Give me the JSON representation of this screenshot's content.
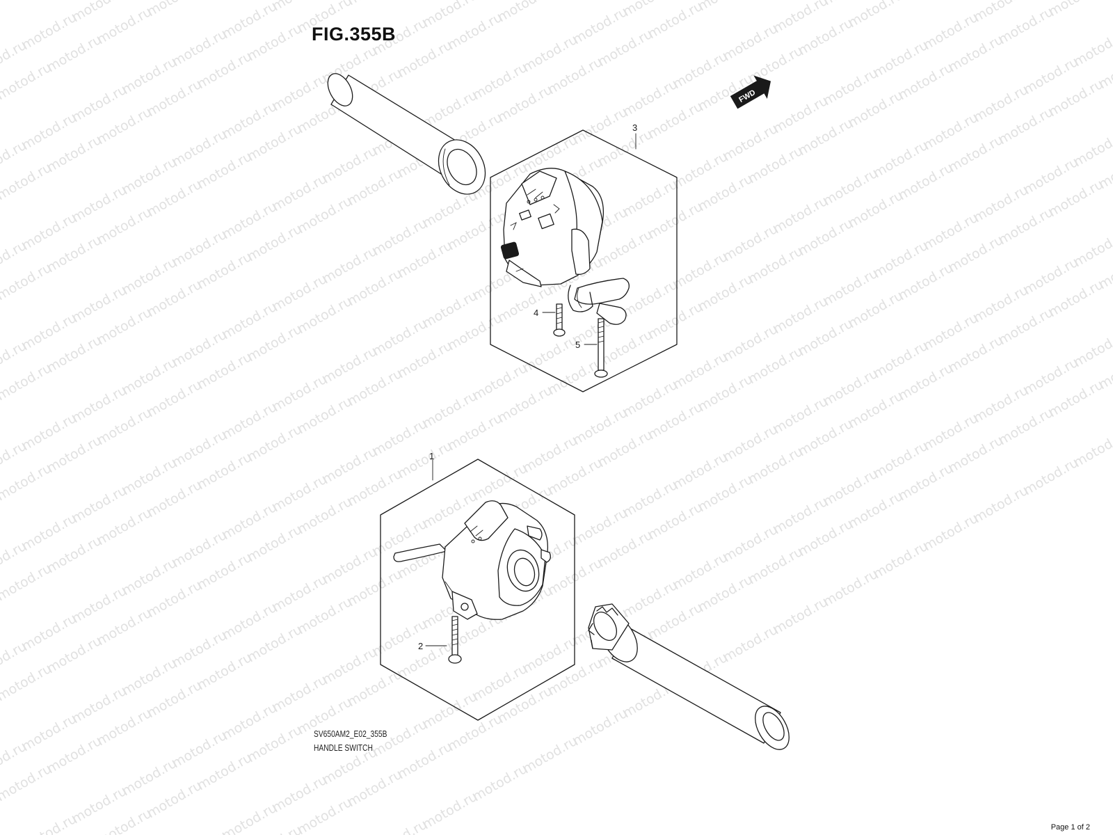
{
  "figure": {
    "title": "FIG.355B",
    "diagram_code": "SV650AM2_E02_355B",
    "diagram_name": "HANDLE SWITCH"
  },
  "callouts": [
    "1",
    "2",
    "3",
    "4",
    "5"
  ],
  "fwd_badge": "FWD",
  "watermark": "motod.ru",
  "page_indicator": "Page 1 of 2"
}
